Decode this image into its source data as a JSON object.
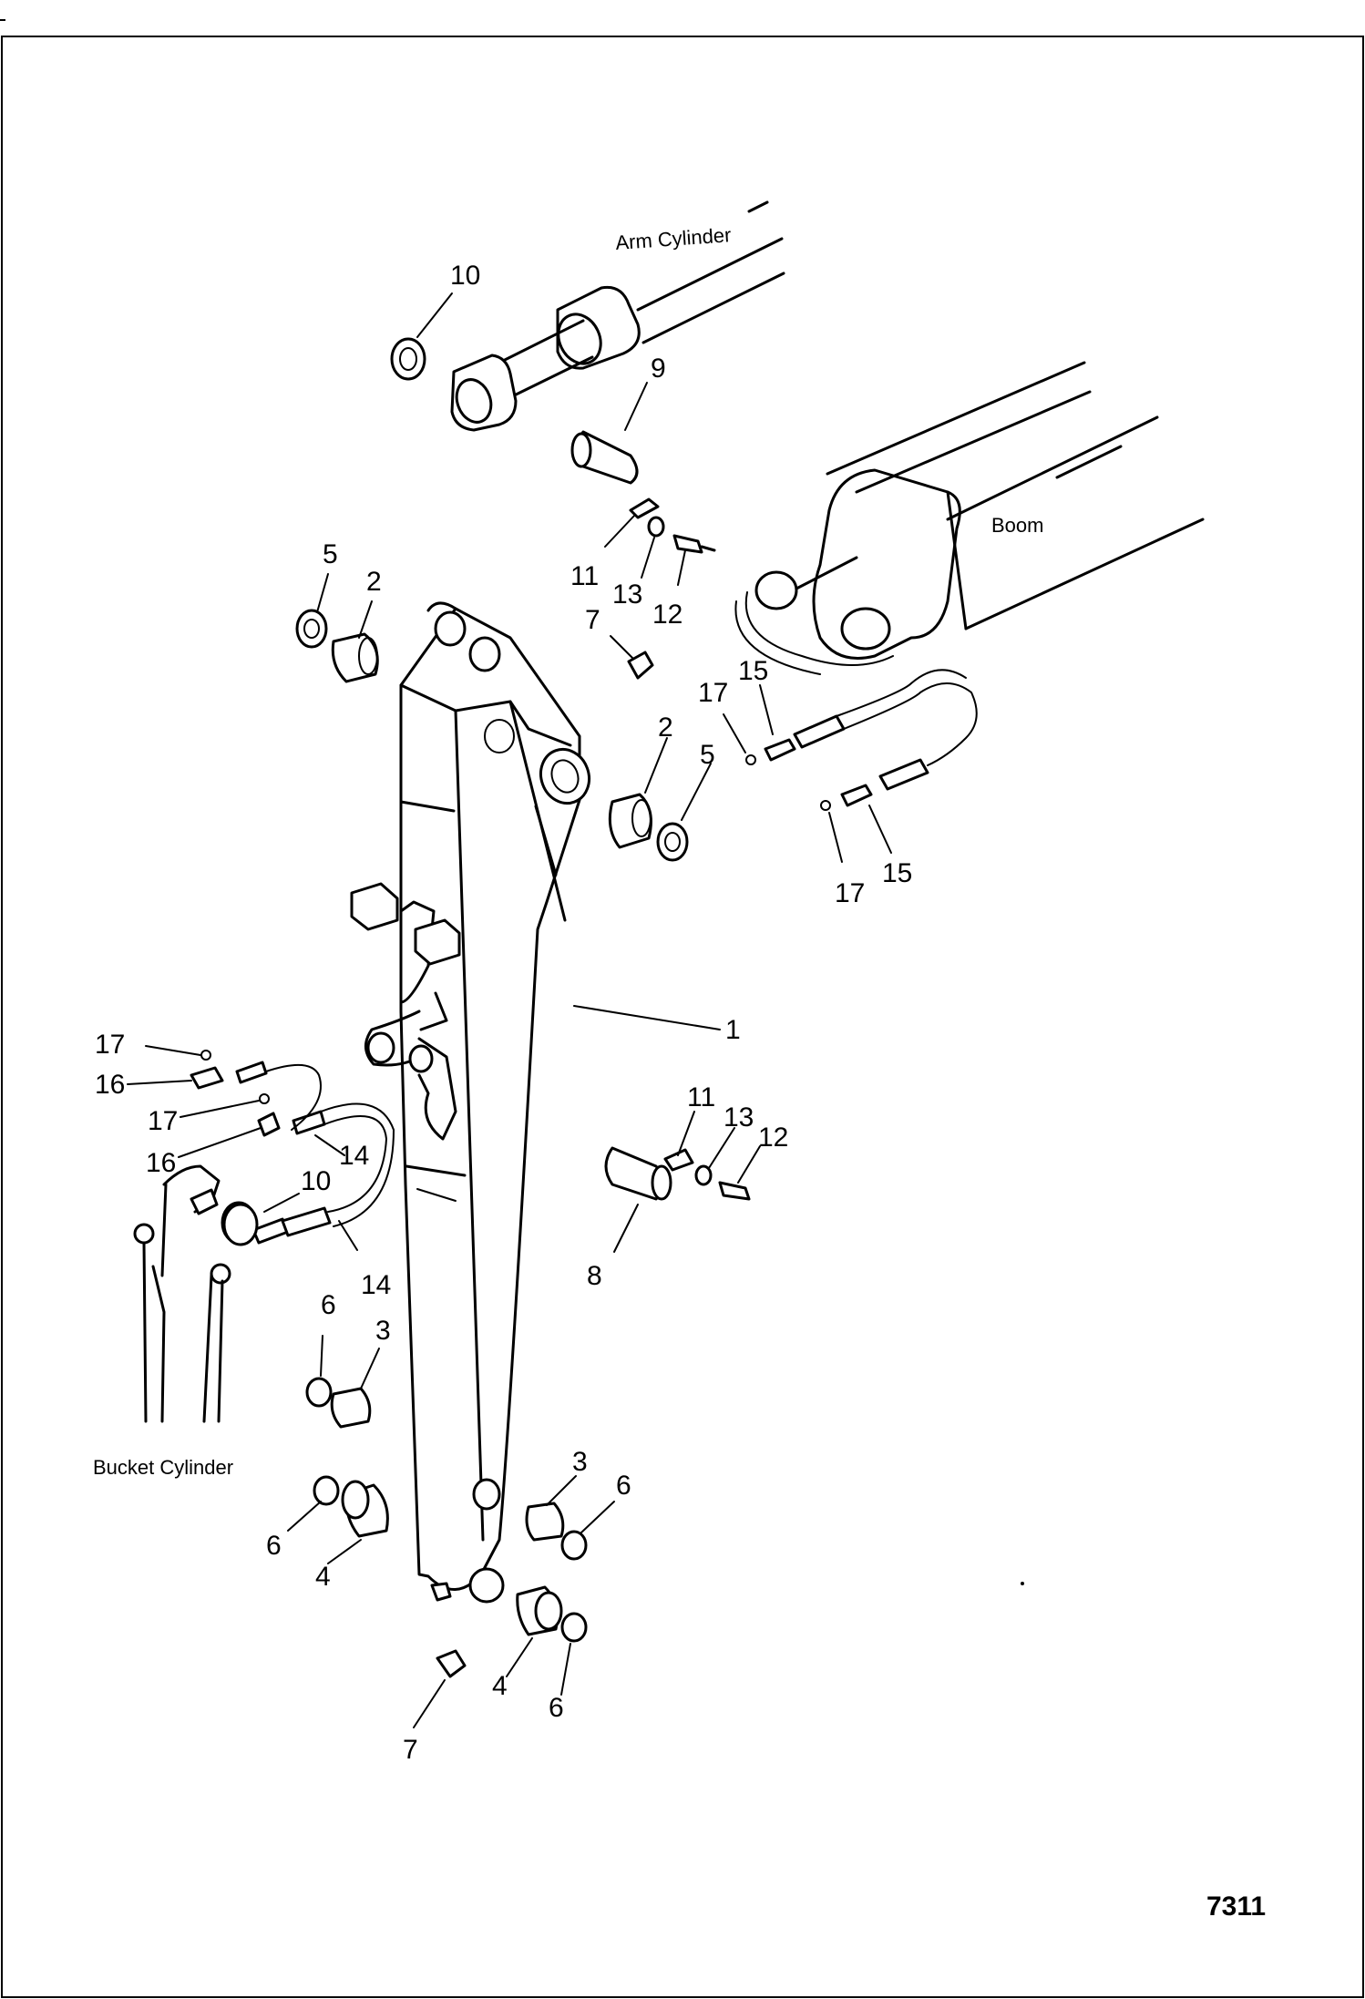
{
  "labels": {
    "arm_cylinder": "Arm Cylinder",
    "boom": "Boom",
    "bucket_cylinder": "Bucket Cylinder",
    "figure_number": "7311"
  },
  "callouts": {
    "c1": "1",
    "c2a": "2",
    "c2b": "2",
    "c3a": "3",
    "c3b": "3",
    "c4a": "4",
    "c4b": "4",
    "c5a": "5",
    "c5b": "5",
    "c6a": "6",
    "c6b": "6",
    "c6c": "6",
    "c6d": "6",
    "c7a": "7",
    "c7b": "7",
    "c8": "8",
    "c9": "9",
    "c10a": "10",
    "c10b": "10",
    "c11a": "11",
    "c11b": "11",
    "c12a": "12",
    "c12b": "12",
    "c13a": "13",
    "c13b": "13",
    "c14a": "14",
    "c14b": "14",
    "c15a": "15",
    "c15b": "15",
    "c16a": "16",
    "c16b": "16",
    "c17a": "17",
    "c17b": "17",
    "c17c": "17",
    "c17d": "17"
  }
}
